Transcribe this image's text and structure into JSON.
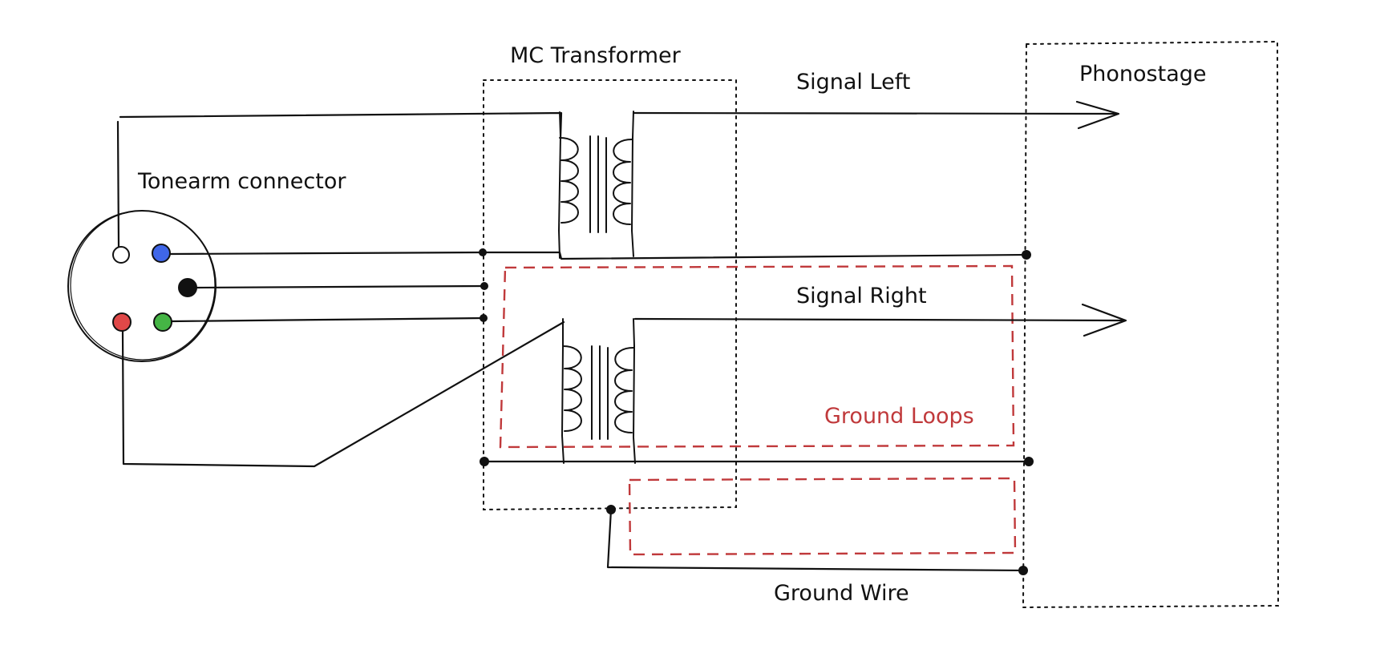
{
  "labels": {
    "mc_transformer": "MC Transformer",
    "signal_left": "Signal Left",
    "signal_right": "Signal Right",
    "phonostage": "Phonostage",
    "tonearm_connector": "Tonearm connector",
    "ground_loops": "Ground Loops",
    "ground_wire": "Ground Wire"
  },
  "colors": {
    "ink": "#111111",
    "ground_loop": "#c0393b",
    "pin_blue": "#3f66e8",
    "pin_black": "#111111",
    "pin_red": "#e04848",
    "pin_green": "#45b545",
    "pin_white": "#ffffff"
  },
  "pins": [
    {
      "name": "white",
      "color": "#ffffff"
    },
    {
      "name": "blue",
      "color": "#3f66e8"
    },
    {
      "name": "black",
      "color": "#111111"
    },
    {
      "name": "red",
      "color": "#e04848"
    },
    {
      "name": "green",
      "color": "#45b545"
    }
  ]
}
